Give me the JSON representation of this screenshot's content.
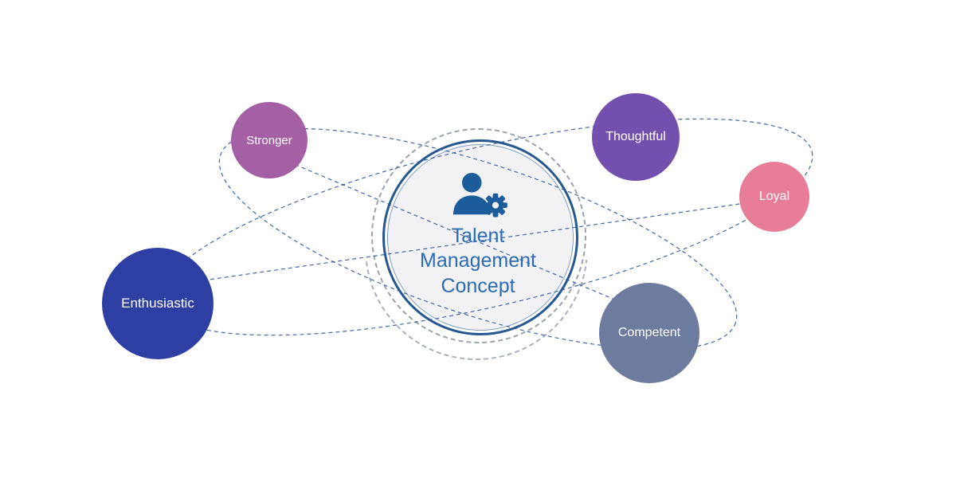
{
  "diagram": {
    "title": "Talent Management Concept",
    "center": {
      "label": "Talent Management Concept",
      "icon": "person-gear-icon",
      "text_color": "#2b6cb3",
      "fill_color": "#f2f1f4",
      "ring_color": "#27588f",
      "dashed_ring_color": "#9aa3b0",
      "icon_color": "#1d5c9b"
    },
    "orbit_color": "#31599e",
    "satellites": [
      {
        "label": "Stronger",
        "color": "#a55fa5"
      },
      {
        "label": "Thoughtful",
        "color": "#7450ae"
      },
      {
        "label": "Loyal",
        "color": "#e87d97"
      },
      {
        "label": "Enthusiastic",
        "color": "#2e3fa3"
      },
      {
        "label": "Competent",
        "color": "#6d7b9e"
      }
    ]
  }
}
